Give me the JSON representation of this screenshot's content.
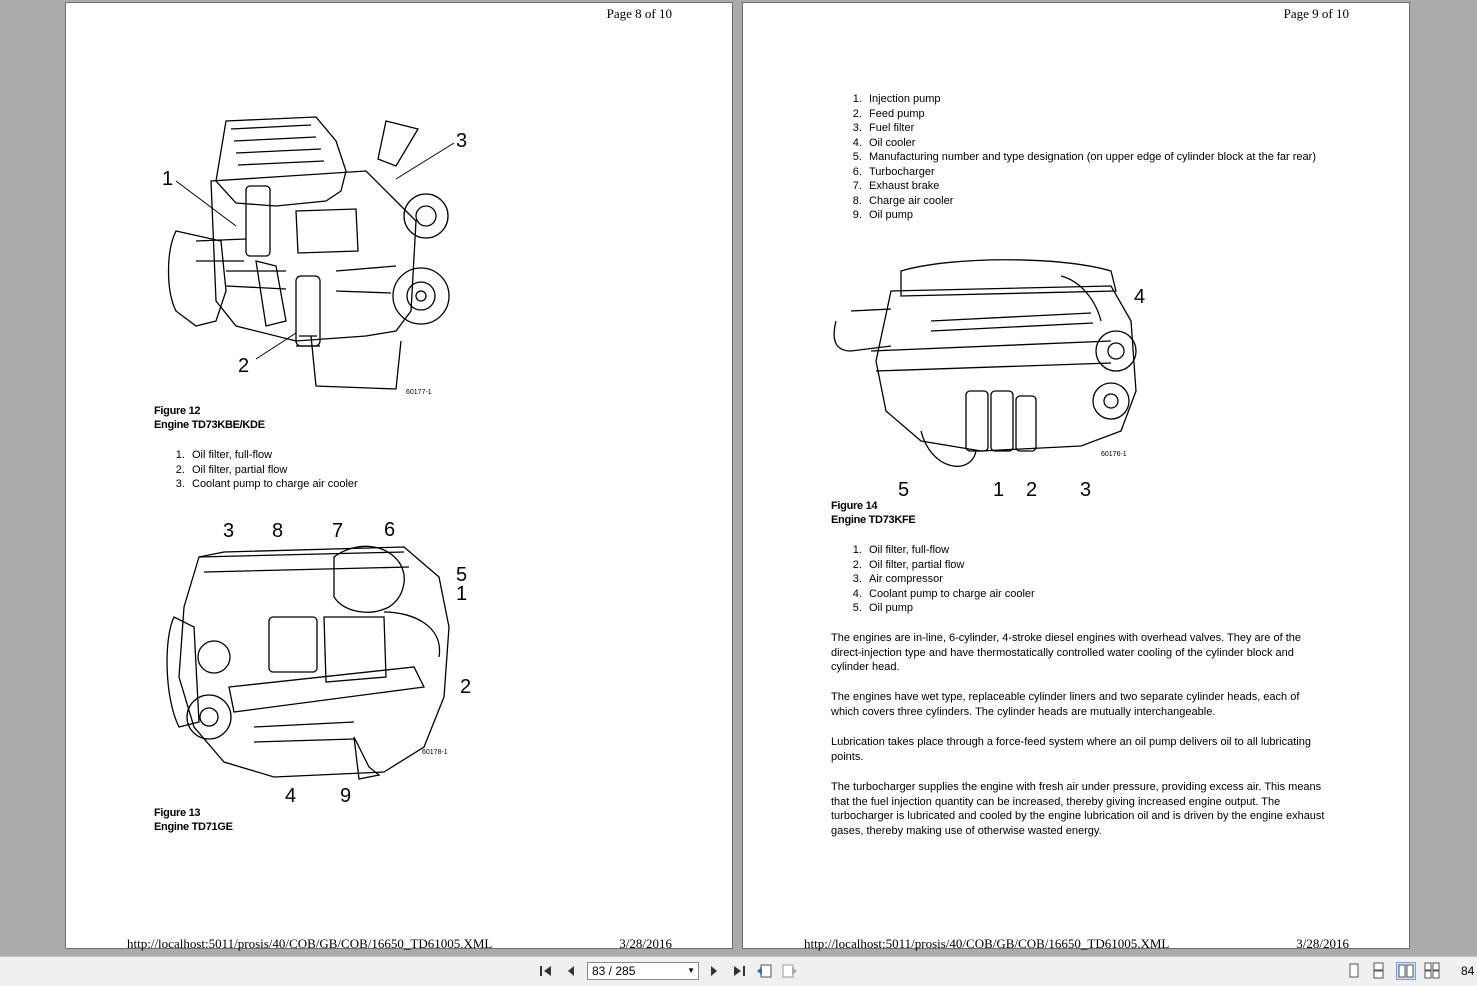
{
  "pages": [
    {
      "page_number": "Page 8 of 10",
      "footer_url": "http://localhost:5011/prosis/40/COB/GB/COB/16650_TD61005.XML",
      "footer_date": "3/28/2016",
      "figure12": {
        "callouts": [
          "1",
          "2",
          "3"
        ],
        "code": "60177-1",
        "caption_title": "Figure 12",
        "caption_subtitle": "Engine TD73KBE/KDE",
        "items": [
          "Oil filter, full-flow",
          "Oil filter, partial flow",
          "Coolant pump to charge air cooler"
        ]
      },
      "figure13": {
        "callouts": [
          "3",
          "8",
          "7",
          "6",
          "5",
          "1",
          "2",
          "4",
          "9"
        ],
        "code": "60178-1",
        "caption_title": "Figure 13",
        "caption_subtitle": "Engine TD71GE"
      }
    },
    {
      "page_number": "Page 9 of 10",
      "footer_url": "http://localhost:5011/prosis/40/COB/GB/COB/16650_TD61005.XML",
      "footer_date": "3/28/2016",
      "list_items": [
        "Injection pump",
        "Feed pump",
        "Fuel filter",
        "Oil cooler",
        "Manufacturing number and type designation (on upper edge of cylinder block at the far rear)",
        "Turbocharger",
        "Exhaust brake",
        "Charge air cooler",
        "Oil pump"
      ],
      "figure14": {
        "callouts": [
          "4",
          "5",
          "1",
          "2",
          "3"
        ],
        "code": "60176-1",
        "caption_title": "Figure 14",
        "caption_subtitle": "Engine TD73KFE",
        "items": [
          "Oil filter, full-flow",
          "Oil filter, partial flow",
          "Air compressor",
          "Coolant pump to charge air cooler",
          "Oil pump"
        ]
      },
      "paragraphs": [
        "The engines are in-line, 6-cylinder, 4-stroke diesel engines with overhead valves. They are of the direct-injection type and have thermostatically controlled water cooling of the cylinder block and cylinder head.",
        "The engines have wet type, replaceable cylinder liners and two separate cylinder heads, each of which covers three cylinders. The cylinder heads are mutually interchangeable.",
        "Lubrication takes place through a force-feed system where an oil pump delivers oil to all lubricating points.",
        "The turbocharger supplies the engine with fresh air under pressure, providing excess air. This means that the fuel injection quantity can be increased, thereby giving increased engine output. The turbocharger is lubricated and cooled by the engine lubrication oil and is driven by the engine exhaust gases, thereby making use of otherwise wasted energy."
      ]
    }
  ],
  "toolbar": {
    "page_indicator": "83 / 285",
    "zoom": "84",
    "icons": [
      "first-page-icon",
      "previous-page-icon",
      "next-page-icon",
      "last-page-icon",
      "previous-view-icon",
      "next-view-icon",
      "single-page-icon",
      "continuous-page-icon",
      "facing-pages-icon",
      "continuous-facing-icon"
    ]
  }
}
